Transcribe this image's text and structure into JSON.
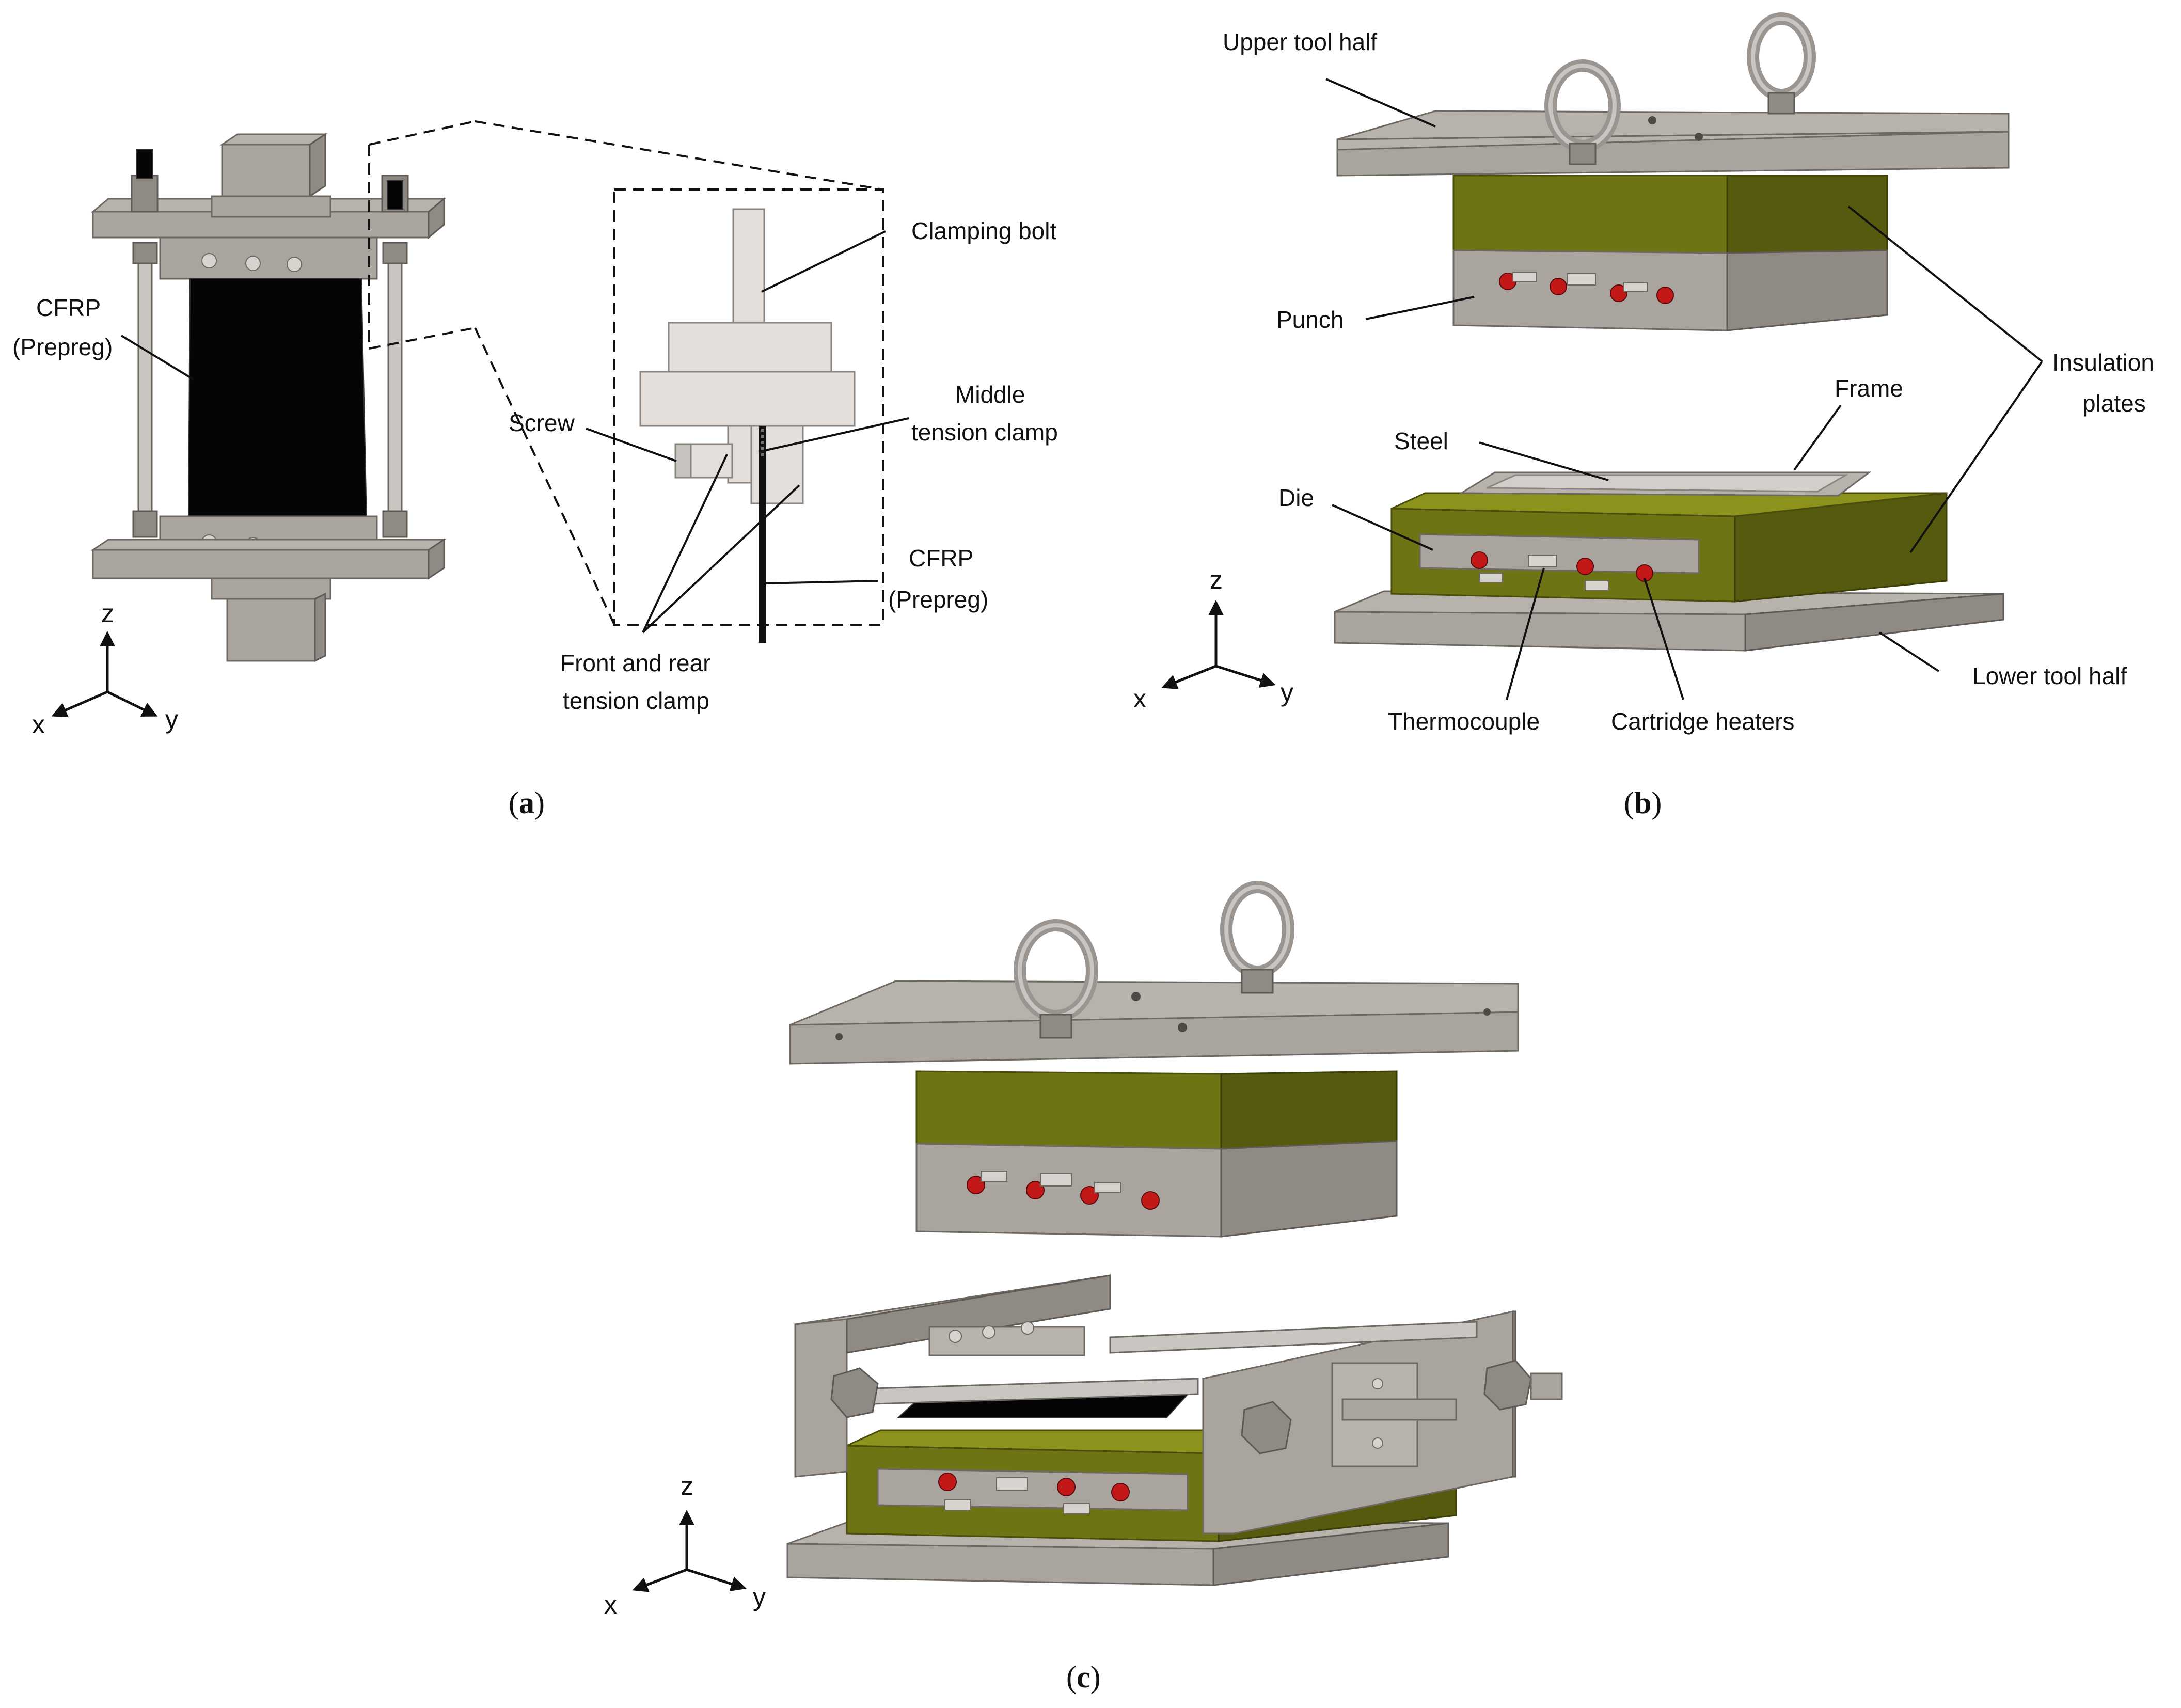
{
  "panel_a": {
    "caption": "a",
    "labels": {
      "cfrp_left_line1": "CFRP",
      "cfrp_left_line2": "(Prepreg)",
      "clamping_bolt": "Clamping bolt",
      "middle_clamp_line1": "Middle",
      "middle_clamp_line2": "tension clamp",
      "screw": "Screw",
      "cfrp_right_line1": "CFRP",
      "cfrp_right_line2": "(Prepreg)",
      "front_rear_line1": "Front and rear",
      "front_rear_line2": "tension clamp"
    },
    "axes": {
      "z": "z",
      "x": "x",
      "y": "y"
    }
  },
  "panel_b": {
    "caption": "b",
    "labels": {
      "upper_tool_half": "Upper tool half",
      "punch": "Punch",
      "insulation_line1": "Insulation",
      "insulation_line2": "plates",
      "frame": "Frame",
      "steel": "Steel",
      "die": "Die",
      "thermocouple": "Thermocouple",
      "cartridge_heaters": "Cartridge heaters",
      "lower_tool_half": "Lower tool half"
    },
    "axes": {
      "z": "z",
      "x": "x",
      "y": "y"
    }
  },
  "panel_c": {
    "caption": "c",
    "axes": {
      "z": "z",
      "x": "x",
      "y": "y"
    }
  },
  "colors": {
    "steel_grey": "#b7b2ac",
    "insulation_olive": "#6e7314",
    "cfrp_black": "#050505",
    "heater_red": "#c21818",
    "clamp_light": "#e4dfdb"
  },
  "icons": [
    "eye-bolt-icon",
    "screw-head-icon",
    "cartridge-heater-icon",
    "thermocouple-icon",
    "axis-triad-icon"
  ]
}
